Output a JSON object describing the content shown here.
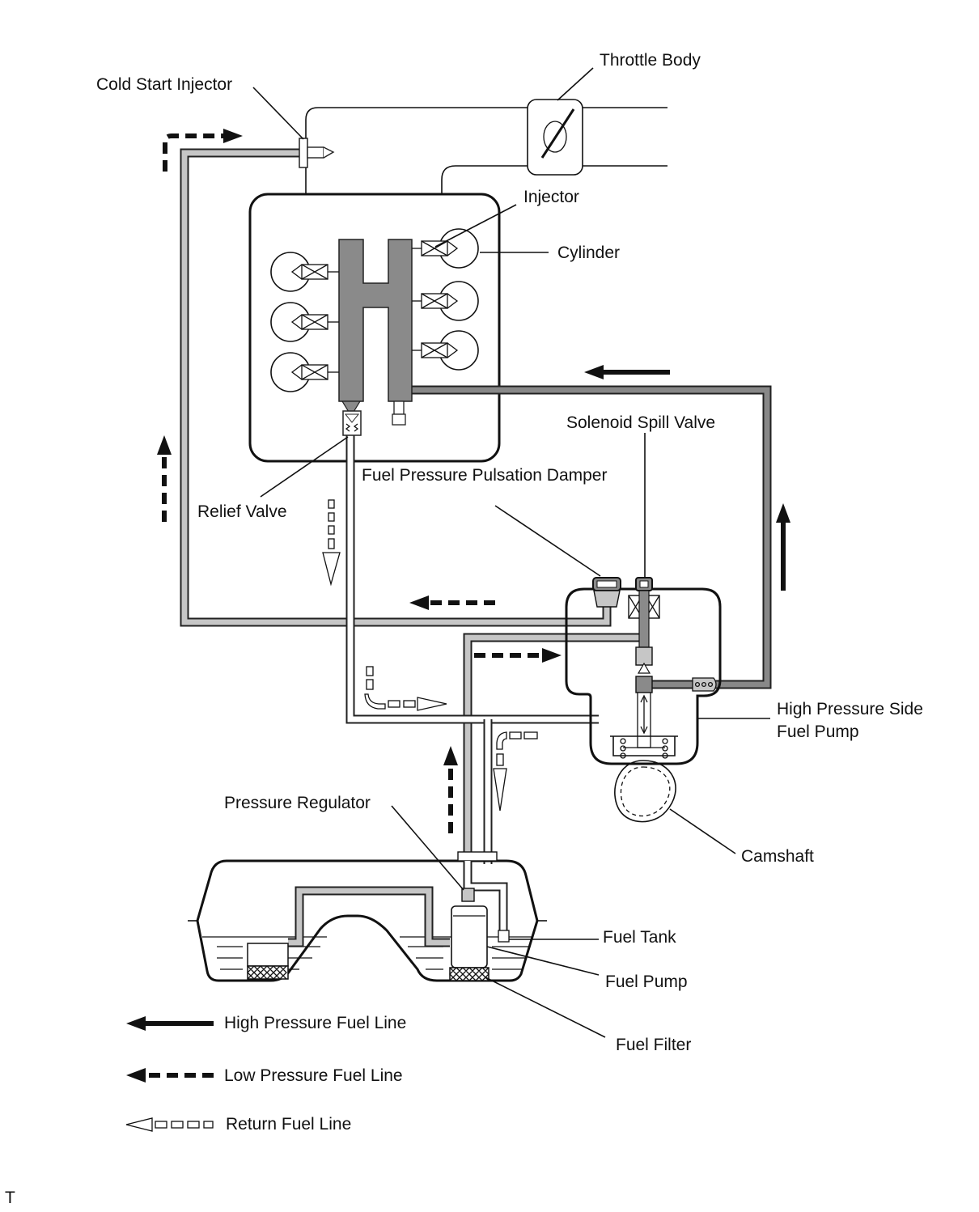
{
  "labels": {
    "throttle_body": "Throttle Body",
    "cold_start_injector": "Cold Start Injector",
    "injector": "Injector",
    "cylinder": "Cylinder",
    "solenoid_spill_valve": "Solenoid Spill Valve",
    "fuel_pressure_pulsation_damper": "Fuel Pressure Pulsation Damper",
    "relief_valve": "Relief Valve",
    "high_pressure_side_fuel_pump_line1": "High Pressure Side",
    "high_pressure_side_fuel_pump_line2": "Fuel Pump",
    "pressure_regulator": "Pressure Regulator",
    "camshaft": "Camshaft",
    "fuel_tank": "Fuel Tank",
    "fuel_pump": "Fuel Pump",
    "fuel_filter": "Fuel Filter"
  },
  "legend": {
    "high_pressure": "High Pressure Fuel Line",
    "low_pressure": "Low Pressure Fuel Line",
    "return": "Return Fuel Line"
  },
  "corner_mark": "T",
  "colors": {
    "high_pressure_fill": "#888888",
    "low_pressure_fill": "#c6c6c6",
    "rail_fill": "#8a8a8a"
  }
}
